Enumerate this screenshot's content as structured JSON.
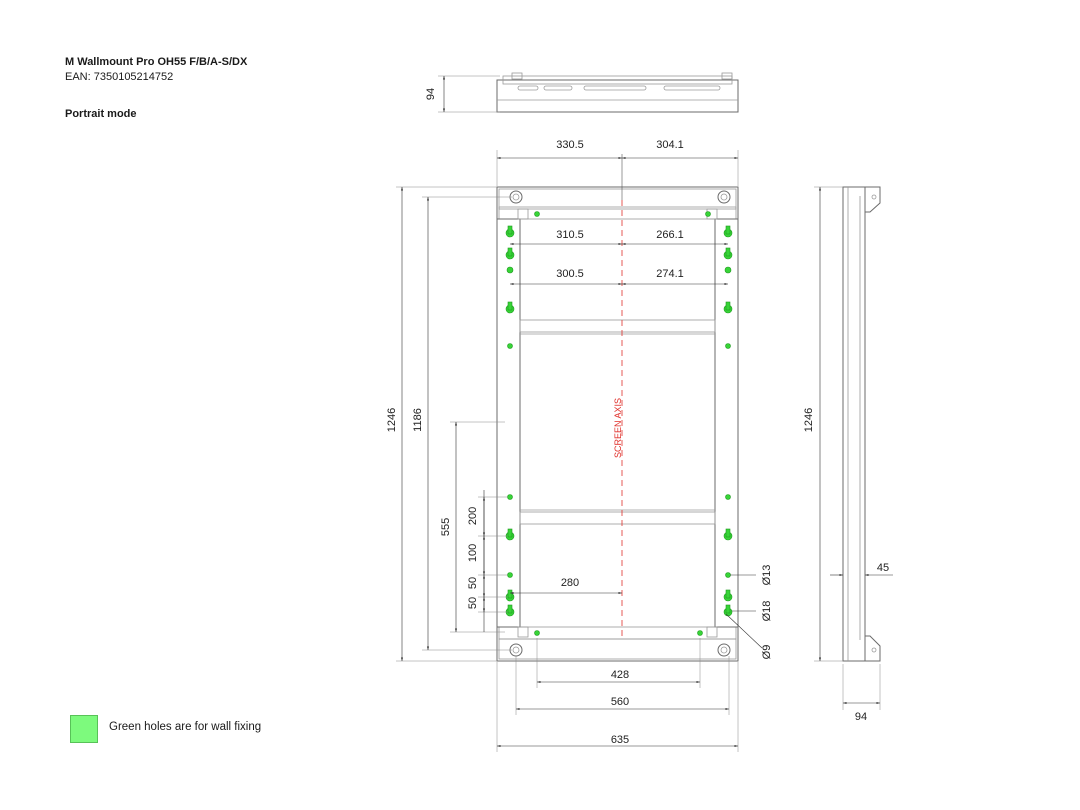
{
  "header": {
    "title": "M Wallmount Pro OH55 F/B/A-S/DX",
    "ean": "EAN: 7350105214752",
    "mode": "Portrait mode"
  },
  "legend": {
    "text": "Green holes are for wall fixing",
    "color": "#7dfa7d"
  },
  "axis_label": "SCREEN AXIS",
  "colors": {
    "outline": "#6b6b6b",
    "dimension": "#333333",
    "axis": "#e0302b",
    "green_hole": "#37d437"
  },
  "dimensions": {
    "top_depth": "94",
    "top_left": "330.5",
    "top_right": "304.1",
    "inner_left_1": "310.5",
    "inner_right_1": "266.1",
    "inner_left_2": "300.5",
    "inner_right_2": "274.1",
    "total_height": "1246",
    "inner_height": "1186",
    "lower_555": "555",
    "d200": "200",
    "d100": "100",
    "d50a": "50",
    "d50b": "50",
    "d280": "280",
    "hole_13": "Ø13",
    "hole_18": "Ø18",
    "hole_9": "Ø9",
    "d428": "428",
    "d560": "560",
    "d635": "635",
    "side_height": "1246",
    "side_45": "45",
    "side_94": "94"
  }
}
